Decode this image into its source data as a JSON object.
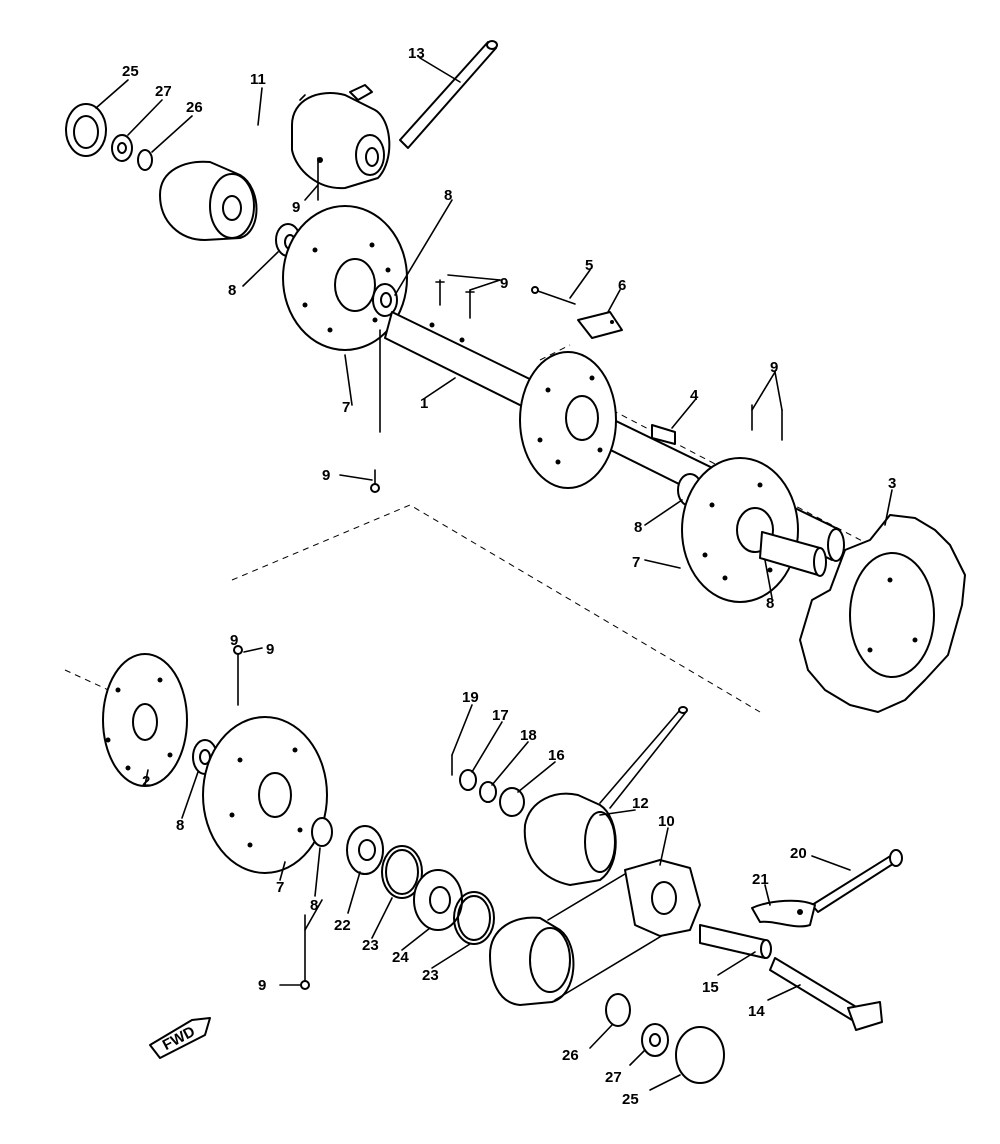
{
  "diagram": {
    "callouts": {
      "c1": "1",
      "c2": "2",
      "c3": "3",
      "c4": "4",
      "c5": "5",
      "c6": "6",
      "c7a": "7",
      "c7b": "7",
      "c7c": "7",
      "c8a": "8",
      "c8b": "8",
      "c8c": "8",
      "c8d": "8",
      "c8e": "8",
      "c8f": "8",
      "c9a": "9",
      "c9b": "9",
      "c9c": "9",
      "c9d": "9",
      "c9e": "9",
      "c9f": "9",
      "c9g": "9",
      "c10": "10",
      "c11": "11",
      "c12": "12",
      "c13": "13",
      "c14": "14",
      "c15": "15",
      "c16": "16",
      "c17": "17",
      "c18": "18",
      "c19": "19",
      "c20": "20",
      "c21": "21",
      "c22": "22",
      "c23a": "23",
      "c23b": "23",
      "c24": "24",
      "c25a": "25",
      "c25b": "25",
      "c26a": "26",
      "c26b": "26",
      "c27a": "27",
      "c27b": "27"
    },
    "front_marker": "FWD"
  }
}
